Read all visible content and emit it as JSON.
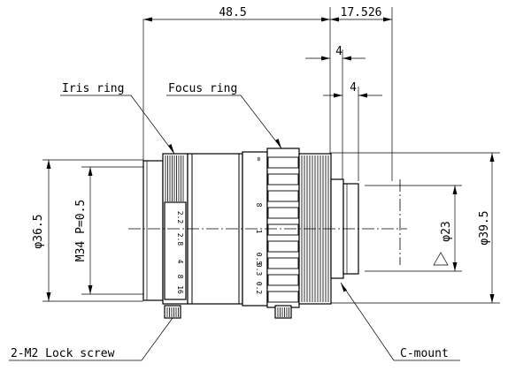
{
  "callouts": {
    "iris_ring": "Iris ring",
    "focus_ring": "Focus ring",
    "lock_screw": "2-M2 Lock screw",
    "c_mount": "C-mount"
  },
  "dimensions": {
    "overall_length": "48.5",
    "flange_length": "17.526",
    "top_step": "4",
    "second_step": "4",
    "front_diameter": "φ36.5",
    "filter_thread": "M34 P=0.5",
    "rear_diameter": "φ39.5",
    "mount_diameter": "φ23"
  },
  "iris_scale": [
    "2.2",
    "2.8",
    "4",
    "8",
    "16"
  ],
  "focus_scale": [
    "∞",
    "8",
    "1",
    "0.5",
    "0.3",
    "0.2"
  ]
}
